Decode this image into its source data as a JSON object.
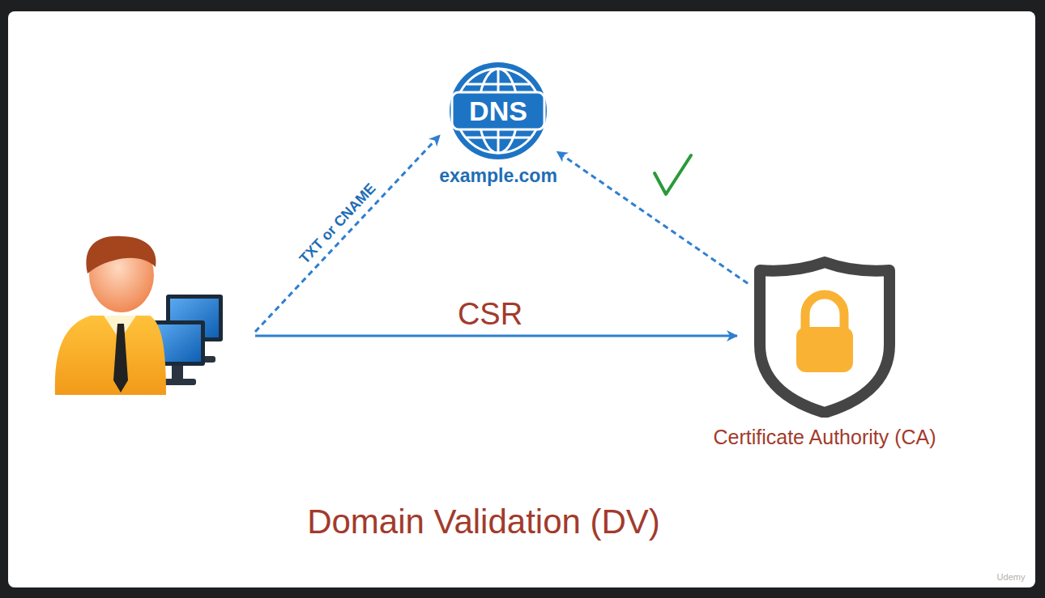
{
  "diagram": {
    "title": "Domain Validation (DV)",
    "nodes": [
      {
        "text": [
          "DNS",
          "example.com"
        ]
      },
      {
        "text": [
          "Certificate Authority (CA)"
        ]
      }
    ],
    "edges": [
      {
        "from": 1,
        "to": 0,
        "arrow": "to"
      }
    ],
    "labels": [
      "TXT or CNAME",
      "CSR",
      "Udemy"
    ]
  }
}
